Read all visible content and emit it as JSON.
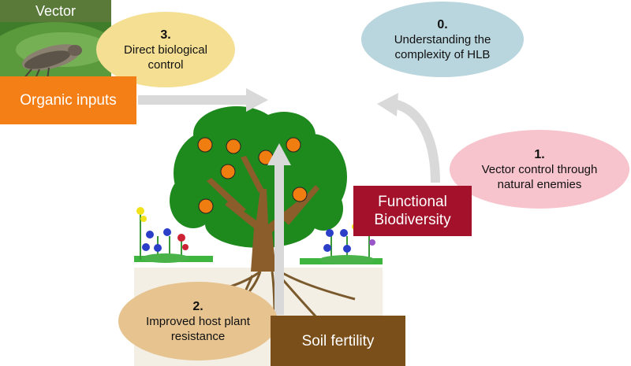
{
  "vector": {
    "title": "Vector"
  },
  "objectives": [
    {
      "num": "0.",
      "text_lines": [
        "Understanding the",
        "complexity of HLB"
      ]
    },
    {
      "num": "1.",
      "text_lines": [
        "Vector control through",
        "natural enemies"
      ]
    },
    {
      "num": "2.",
      "text_lines": [
        "Improved host plant",
        "resistance"
      ]
    },
    {
      "num": "3.",
      "text_lines": [
        "Direct biological",
        "control"
      ]
    }
  ],
  "inputs": {
    "organic": "Organic inputs",
    "functional_lines": [
      "Functional",
      "Biodiversity"
    ],
    "soil": "Soil fertility"
  },
  "colors": {
    "orange_box": "#f57f17",
    "crimson_box": "#a3122a",
    "brown_box": "#7b4f1a",
    "obj0_fill": "#b9d5dd",
    "obj1_fill": "#f7c3cd",
    "obj2_fill": "#e6c38f",
    "obj3_fill": "#f5df93",
    "arrow": "#d9d9d9",
    "vector_header": "#5a7a3a"
  }
}
